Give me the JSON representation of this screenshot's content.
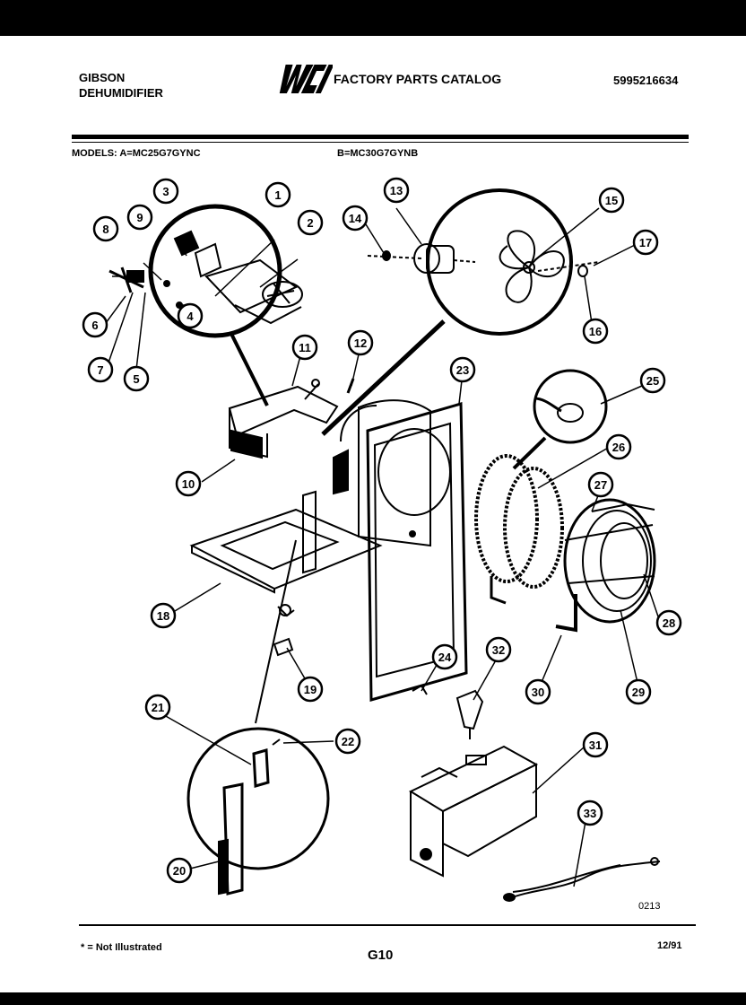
{
  "header": {
    "brand_line1": "GIBSON",
    "brand_line2": "DEHUMIDIFIER",
    "logo_text": "WCI",
    "catalog_title": "FACTORY PARTS CATALOG",
    "doc_number": "5995216634"
  },
  "models": {
    "line_a": "MODELS:  A=MC25G7GYNC",
    "line_b": "B=MC30G7GYNB"
  },
  "callouts": [
    "1",
    "2",
    "3",
    "4",
    "5",
    "6",
    "7",
    "8",
    "9",
    "10",
    "11",
    "12",
    "13",
    "14",
    "15",
    "16",
    "17",
    "18",
    "19",
    "20",
    "21",
    "22",
    "23",
    "24",
    "25",
    "26",
    "27",
    "28",
    "29",
    "30",
    "31",
    "32",
    "33"
  ],
  "figure_code": "0213",
  "footer": {
    "footnote": "* = Not Illustrated",
    "page_code": "G10",
    "date": "12/91"
  },
  "colors": {
    "ink": "#000000",
    "paper": "#ffffff"
  }
}
